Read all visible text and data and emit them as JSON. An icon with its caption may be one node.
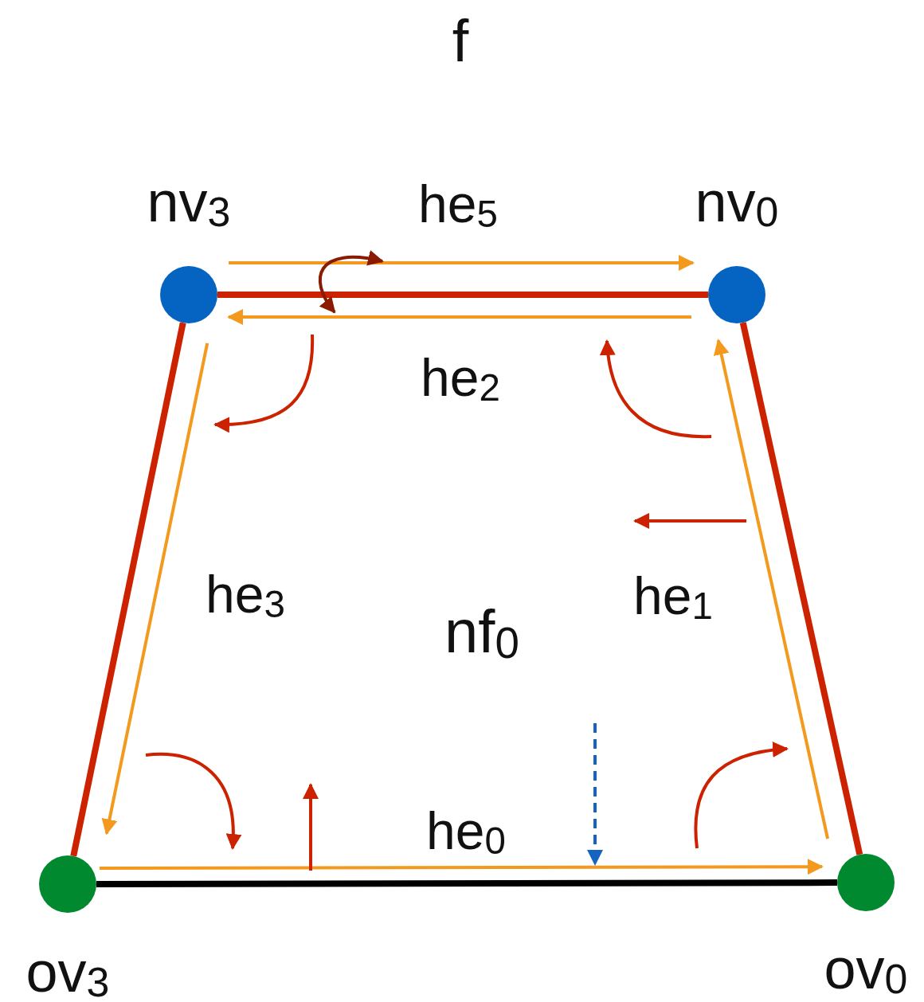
{
  "diagram": {
    "title": "f",
    "nodes": [
      {
        "text": [],
        "shape": "circle",
        "beside": [
          "nv$_{3}$"
        ]
      },
      {
        "text": [],
        "shape": "circle",
        "beside": [
          "nv$_{0}$"
        ]
      },
      {
        "text": [],
        "shape": "circle",
        "beside": [
          "ov$_{3}$"
        ]
      },
      {
        "text": [],
        "shape": "circle",
        "beside": [
          "ov$_{0}$"
        ]
      }
    ],
    "edges": [
      {
        "from": 0,
        "to": 1,
        "arrow": "none",
        "style": "thick",
        "color": "#cc2200"
      },
      {
        "from": 0,
        "to": 2,
        "arrow": "none",
        "style": "thick",
        "color": "#cc2200"
      },
      {
        "from": 1,
        "to": 3,
        "arrow": "none",
        "style": "thick",
        "color": "#cc2200"
      },
      {
        "from": 2,
        "to": 3,
        "arrow": "none",
        "style": "thick",
        "color": "#000000"
      },
      {
        "from": 0,
        "to": 1,
        "arrow": "to",
        "label": "he$_{5}$"
      },
      {
        "from": 1,
        "to": 0,
        "arrow": "to",
        "label": "he$_{2}$"
      },
      {
        "from": 0,
        "to": 2,
        "arrow": "to",
        "label": "he$_{3}$"
      },
      {
        "from": 2,
        "to": 3,
        "arrow": "to",
        "label": "he$_{0}$"
      },
      {
        "from": 3,
        "to": 1,
        "arrow": "to",
        "label": "he$_{1}$"
      }
    ],
    "labels": [
      "nf$_{0}$"
    ]
  }
}
